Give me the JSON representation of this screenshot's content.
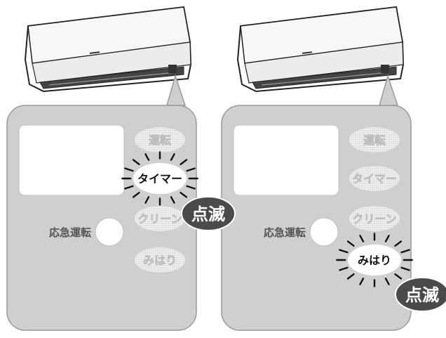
{
  "panels": [
    {
      "id": "left",
      "indicators": [
        {
          "key": "unten",
          "label": "運転",
          "state": "off"
        },
        {
          "key": "timer",
          "label": "タイマー",
          "state": "blinking"
        },
        {
          "key": "clean",
          "label": "クリーン",
          "state": "off"
        },
        {
          "key": "mihari",
          "label": "みはり",
          "state": "off"
        }
      ],
      "emergency_label": "応急運転",
      "callout": "点滅"
    },
    {
      "id": "right",
      "indicators": [
        {
          "key": "unten",
          "label": "運転",
          "state": "off"
        },
        {
          "key": "timer",
          "label": "タイマー",
          "state": "off"
        },
        {
          "key": "clean",
          "label": "クリーン",
          "state": "off"
        },
        {
          "key": "mihari",
          "label": "みはり",
          "state": "blinking"
        }
      ],
      "emergency_label": "応急運転",
      "callout": "点滅"
    }
  ],
  "colors": {
    "panel_fill": "#cfcfcf",
    "panel_stroke": "#9a9a9a",
    "display_fill": "#ffffff",
    "callout_fill": "#4a4a4a",
    "callout_text": "#ffffff",
    "indicator_off_text": "#ffffff",
    "indicator_on_text": "#111111",
    "emergency_text": "#555555"
  }
}
